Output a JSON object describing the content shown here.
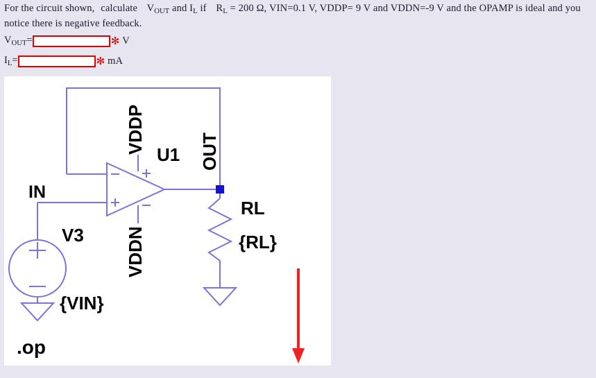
{
  "prompt": {
    "part1": "For the circuit shown,",
    "part2": "calculate",
    "v_symbol": "V",
    "v_sub": "OUT",
    "part3": " and I",
    "i_sub": "L",
    "part4": " if",
    "r_symbol": "R",
    "r_sub": "L",
    "part5": " = 200 Ω, VIN=0.1 V, VDDP= 9 V and VDDN=-9 V and the OPAMP is ideal and you notice there is negative feedback."
  },
  "answers": {
    "vout": {
      "label_main": "V",
      "label_sub": "OUT",
      "label_eq": "=",
      "value": "",
      "placeholder": "",
      "required_marker": "✻",
      "unit": "V"
    },
    "il": {
      "label_main": "I",
      "label_sub": "L",
      "label_eq": "=",
      "value": "",
      "placeholder": "",
      "required_marker": "✻",
      "unit": "mA"
    }
  },
  "schematic": {
    "labels": {
      "in": "IN",
      "out": "OUT",
      "vddp": "VDDP",
      "vddn": "VDDN",
      "u1": "U1",
      "opamp_minus": "−",
      "opamp_plus": "+",
      "rail_plus": "+",
      "rail_minus": "−",
      "rl_name": "RL",
      "rl_value": "{RL}",
      "v3_name": "V3",
      "v3_value": "{VIN}",
      "source_plus": "+",
      "source_minus": "−",
      "directive": ".op"
    },
    "colors": {
      "wire": "#7b72e0",
      "junction": "#1414cf",
      "current_arrow": "#ee2222",
      "text": "#000000",
      "canvas": "#ffffff"
    }
  },
  "page": {
    "background": "#e7e5ef",
    "input_border": "#e00000",
    "required_color": "#e00000"
  }
}
